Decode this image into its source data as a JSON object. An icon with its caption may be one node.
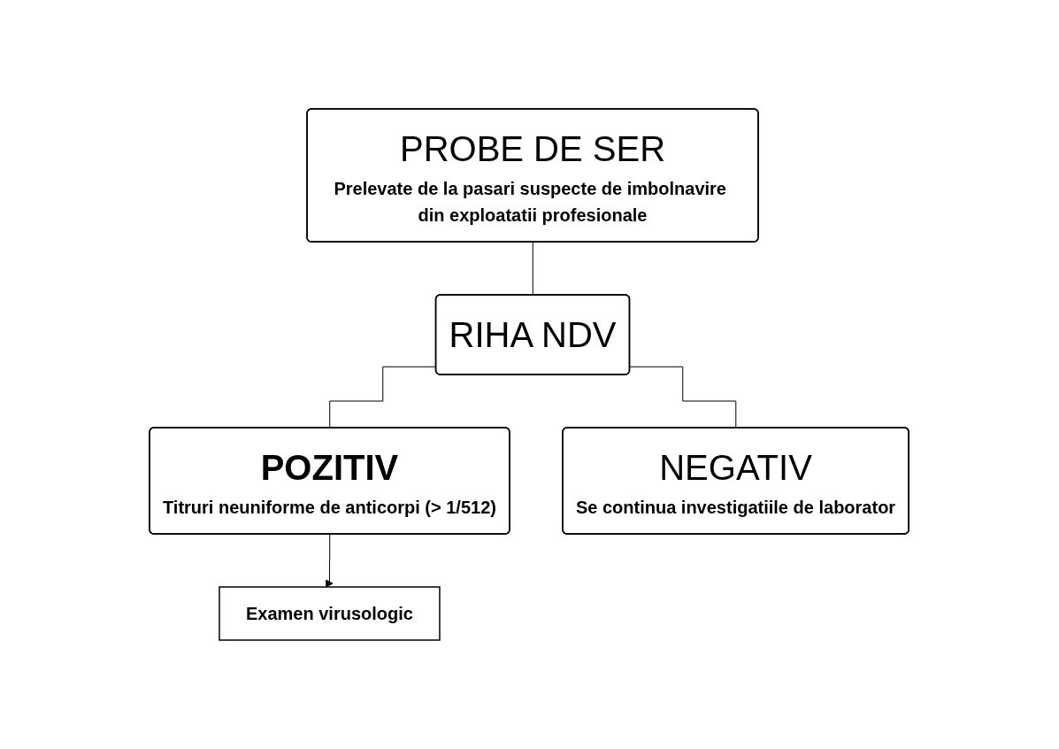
{
  "diagram": {
    "nodes": [
      {
        "text": [
          "PROBE DE SER",
          "Prelevate de la pasari suspecte de imbolnavire din exploatatii profesionale"
        ]
      },
      {
        "text": [
          "RIHA NDV"
        ]
      },
      {
        "text": [
          "POZITIV",
          "Titruri neuniforme de anticorpi (> 1/512)"
        ]
      },
      {
        "text": [
          "NEGATIV",
          "Se continua investigatiile de laborator"
        ]
      },
      {
        "text": [
          "Examen virusologic"
        ]
      }
    ],
    "edges": [
      {
        "from": 0,
        "to": 1,
        "arrow": "none"
      },
      {
        "from": 1,
        "to": 2,
        "arrow": "none"
      },
      {
        "from": 1,
        "to": 3,
        "arrow": "none"
      },
      {
        "from": 2,
        "to": 4,
        "arrow": "to"
      }
    ]
  }
}
